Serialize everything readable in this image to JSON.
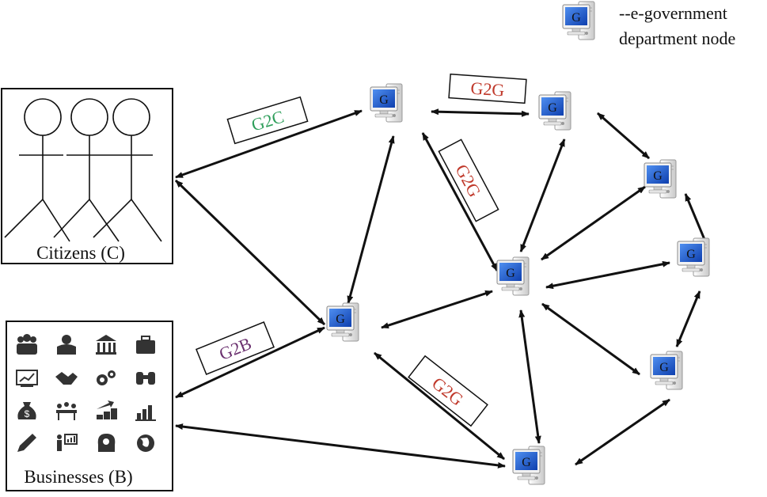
{
  "legend": {
    "icon_letter": "G",
    "line1": "--e-government",
    "line2": "department node"
  },
  "node_letter": "G",
  "citizens": {
    "label": "Citizens (C)"
  },
  "businesses": {
    "label": "Businesses (B)",
    "icons": [
      "people-group-icon",
      "businessman-icon",
      "bank-icon",
      "briefcase-icon",
      "chart-monitor-icon",
      "handshake-icon",
      "gears-icon",
      "binoculars-icon",
      "money-bag-icon",
      "meeting-icon",
      "coins-growth-icon",
      "bar-chart-icon",
      "pen-icon",
      "presenter-icon",
      "head-gears-icon",
      "globe-icon"
    ]
  },
  "edge_labels": {
    "g2c": {
      "text": "G2C",
      "color": "#2e9e5a"
    },
    "g2b": {
      "text": "G2B",
      "color": "#6a2f6e"
    },
    "g2g_top": {
      "text": "G2G",
      "color": "#c0392b"
    },
    "g2g_mid": {
      "text": "G2G",
      "color": "#c0392b"
    },
    "g2g_low": {
      "text": "G2G",
      "color": "#c0392b"
    }
  },
  "colors": {
    "line": "#111111",
    "screen": "#1f5fd6",
    "tower": "#e8e8e8"
  }
}
